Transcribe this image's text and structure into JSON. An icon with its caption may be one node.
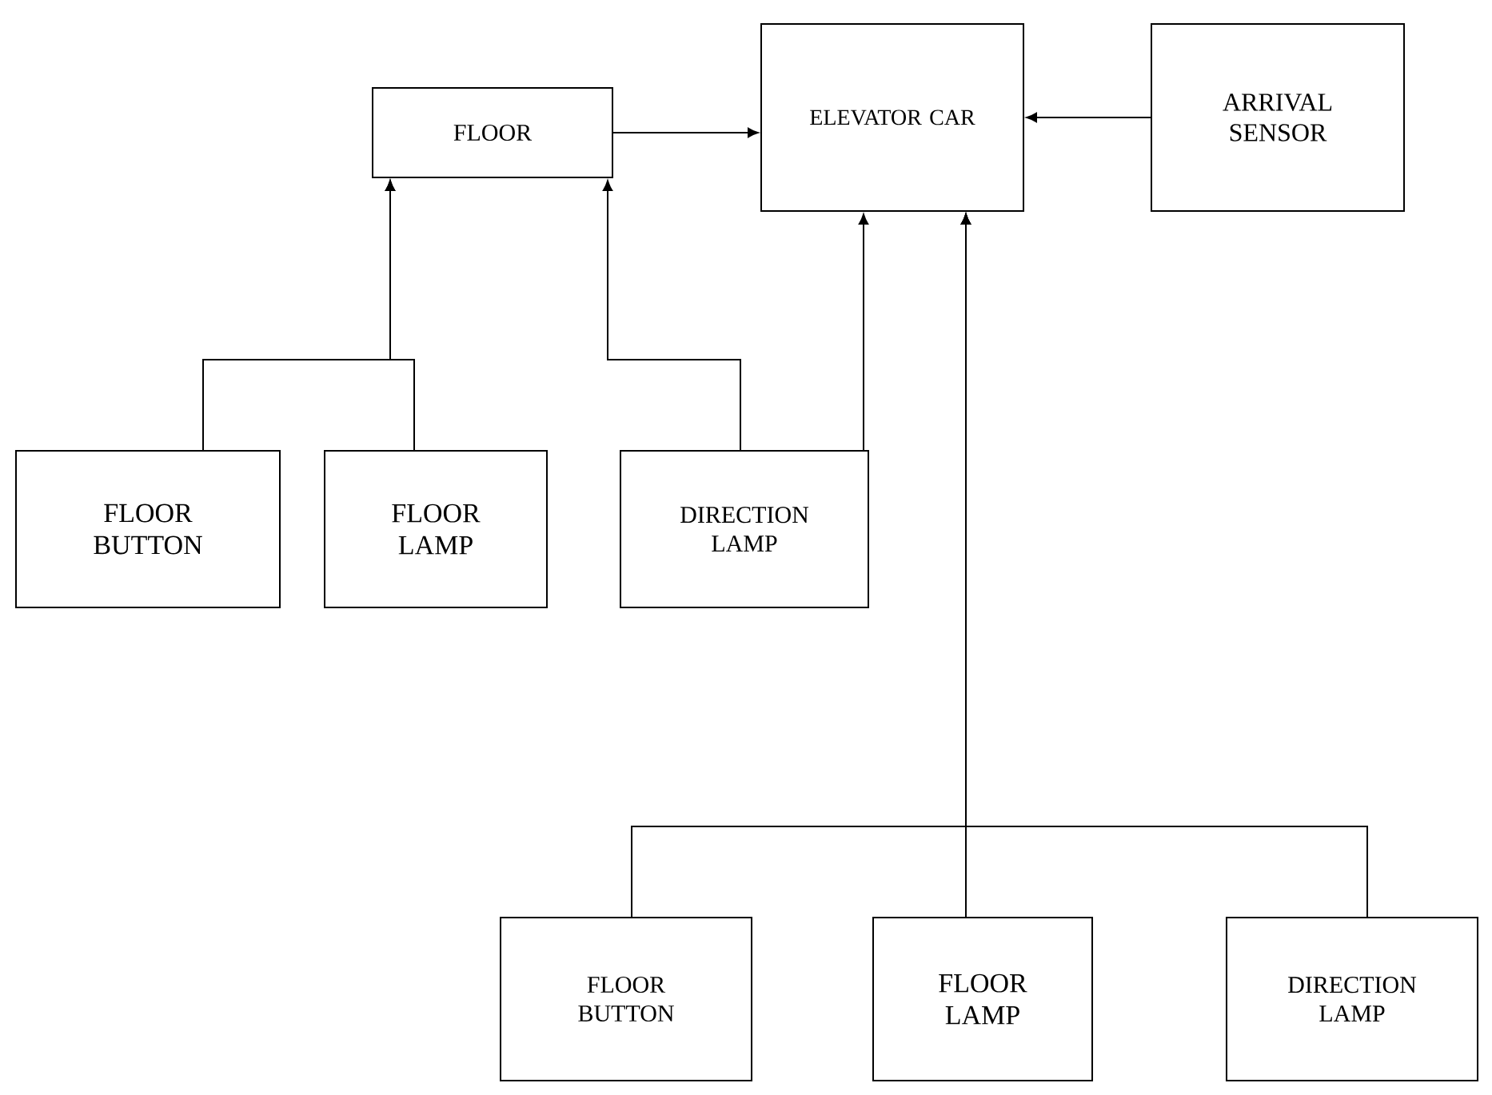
{
  "diagram": {
    "nodes": [
      {
        "text": [
          "FLOOR"
        ]
      },
      {
        "text": [
          "ELEVATOR CAR"
        ]
      },
      {
        "text": [
          "ARRIVAL SENSOR"
        ]
      },
      {
        "text": [
          "FLOOR BUTTON"
        ]
      },
      {
        "text": [
          "FLOOR LAMP"
        ]
      },
      {
        "text": [
          "DIRECTION LAMP"
        ]
      },
      {
        "text": [
          "FLOOR BUTTON"
        ]
      },
      {
        "text": [
          "FLOOR LAMP"
        ]
      },
      {
        "text": [
          "DIRECTION LAMP"
        ]
      }
    ],
    "edges": [
      {
        "from": 0,
        "to": 1,
        "arrow": "to"
      },
      {
        "from": 2,
        "to": 1,
        "arrow": "to"
      },
      {
        "from": 3,
        "to": 0,
        "arrow": "to"
      },
      {
        "from": 4,
        "to": 0,
        "arrow": "to"
      },
      {
        "from": 5,
        "to": 0,
        "arrow": "to"
      },
      {
        "from": 5,
        "to": 1,
        "arrow": "to"
      },
      {
        "from": 6,
        "to": 1,
        "arrow": "to"
      },
      {
        "from": 7,
        "to": 1,
        "arrow": "to"
      },
      {
        "from": 8,
        "to": 1,
        "arrow": "to"
      }
    ]
  }
}
